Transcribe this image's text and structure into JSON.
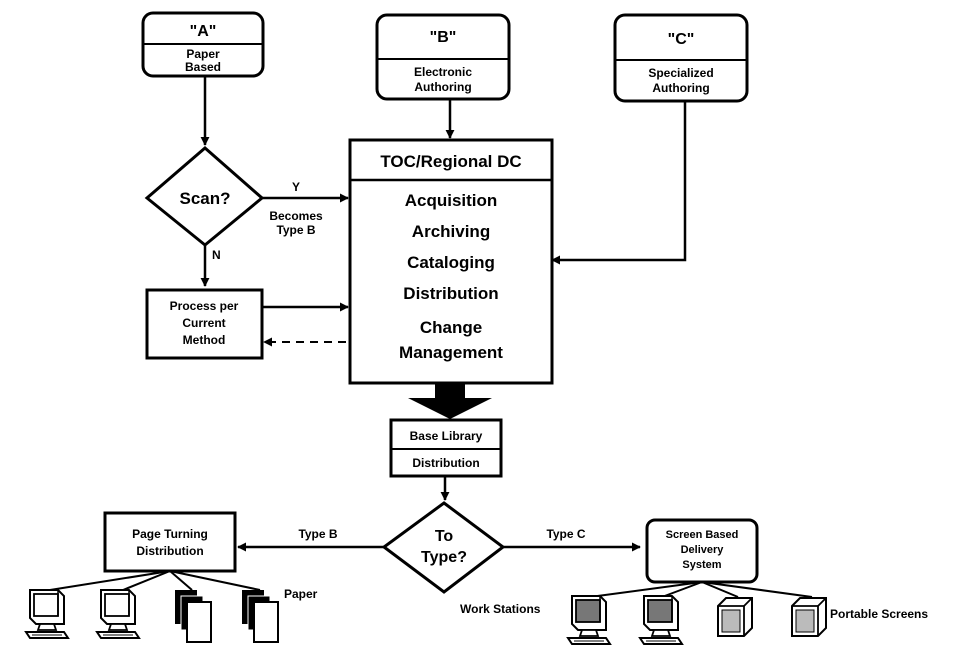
{
  "sources": {
    "a": {
      "title": "\"A\"",
      "line1": "Paper",
      "line2": "Based"
    },
    "b": {
      "title": "\"B\"",
      "line1": "Electronic",
      "line2": "Authoring"
    },
    "c": {
      "title": "\"C\"",
      "line1": "Specialized",
      "line2": "Authoring"
    }
  },
  "scan": {
    "label": "Scan?",
    "yes": "Y",
    "no": "N",
    "note1": "Becomes",
    "note2": "Type B"
  },
  "process": {
    "line1": "Process per",
    "line2": "Current",
    "line3": "Method"
  },
  "center": {
    "title": "TOC/Regional DC",
    "functions": [
      "Acquisition",
      "Archiving",
      "Cataloging",
      "Distribution",
      "Change",
      "Management"
    ]
  },
  "library": {
    "line1": "Base Library",
    "line2": "Distribution"
  },
  "type_decision": {
    "line1": "To",
    "line2": "Type?",
    "left_label": "Type B",
    "right_label": "Type C"
  },
  "page_turning": {
    "line1": "Page Turning",
    "line2": "Distribution",
    "paper_label": "Paper"
  },
  "screen_based": {
    "line1": "Screen Based",
    "line2": "Delivery",
    "line3": "System",
    "workstations_label": "Work Stations",
    "portable_label": "Portable Screens"
  },
  "icons": [
    "computer-workstation-icon",
    "paper-stack-icon",
    "portable-screen-icon"
  ]
}
